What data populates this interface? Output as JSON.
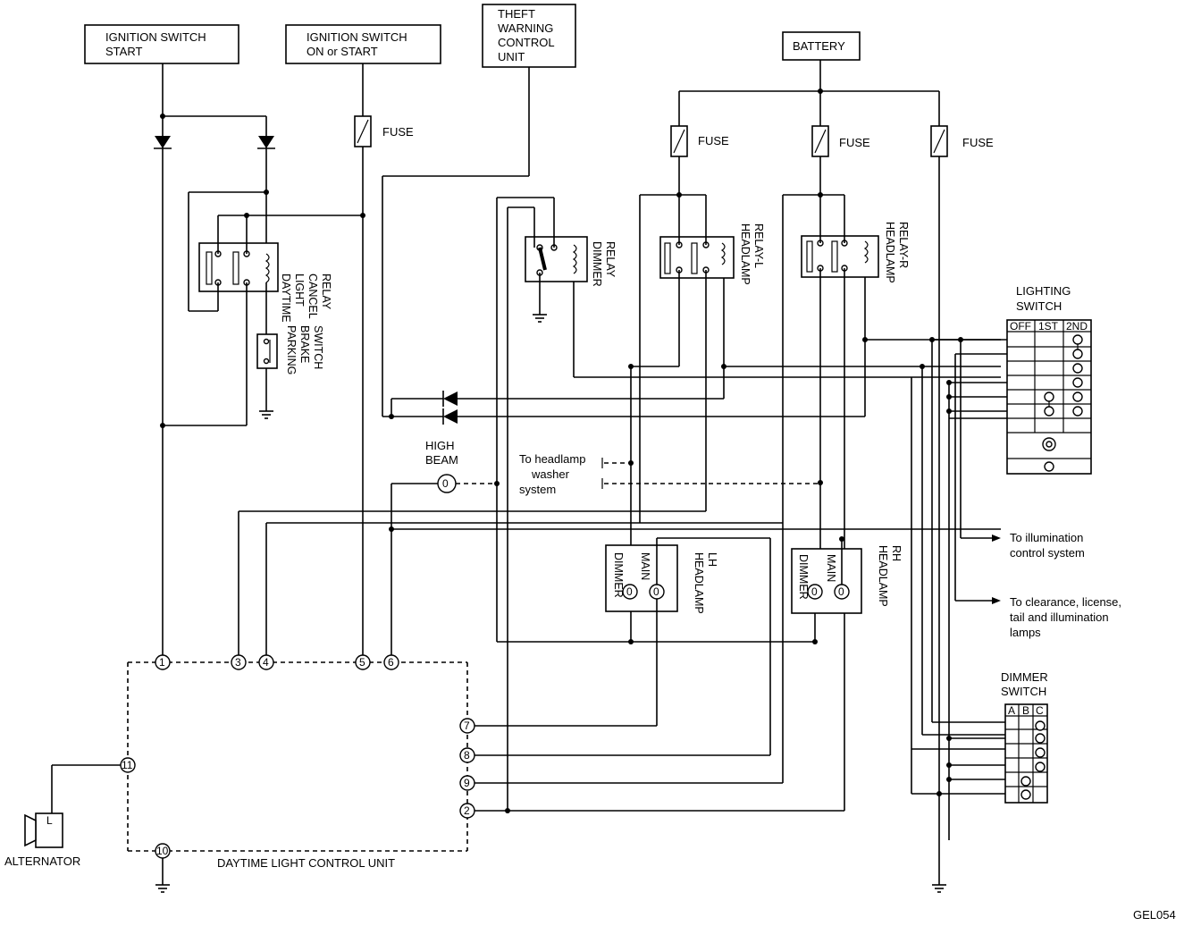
{
  "boxes": {
    "ign_start": [
      "IGNITION SWITCH",
      "START"
    ],
    "ign_on": [
      "IGNITION SWITCH",
      "ON or START"
    ],
    "theft": [
      "THEFT",
      "WARNING",
      "CONTROL",
      "UNIT"
    ],
    "battery": "BATTERY"
  },
  "fuse_label": "FUSE",
  "relays": {
    "cancel": [
      "DAYTIME",
      "LIGHT",
      "CANCEL",
      "RELAY"
    ],
    "dimmer": [
      "DIMMER",
      "RELAY"
    ],
    "headlamp_l": [
      "HEADLAMP",
      "RELAY-L"
    ],
    "headlamp_r": [
      "HEADLAMP",
      "RELAY-R"
    ]
  },
  "parking_brake": [
    "PARKING",
    "BRAKE",
    "SWITCH"
  ],
  "high_beam": [
    "HIGH",
    "BEAM"
  ],
  "washer": [
    "To headlamp",
    "washer",
    "system"
  ],
  "headlamp_lh": {
    "dimmer": "DIMMER",
    "main": "MAIN",
    "name": [
      "HEADLAMP",
      "LH"
    ]
  },
  "headlamp_rh": {
    "dimmer": "DIMMER",
    "main": "MAIN",
    "name": [
      "HEADLAMP",
      "RH"
    ]
  },
  "lighting_switch": {
    "title": [
      "LIGHTING",
      "SWITCH"
    ],
    "cols": [
      "OFF",
      "1ST",
      "2ND"
    ]
  },
  "dimmer_switch": {
    "title": [
      "DIMMER",
      "SWITCH"
    ],
    "cols": [
      "A",
      "B",
      "C"
    ]
  },
  "notes": {
    "illumination": [
      "To illumination",
      "control system"
    ],
    "clearance": [
      "To clearance, license,",
      "tail and illumination",
      "lamps"
    ]
  },
  "control_unit": {
    "name": "DAYTIME LIGHT CONTROL UNIT",
    "terminals": {
      "t1": "1",
      "t3": "3",
      "t4": "4",
      "t5": "5",
      "t6": "6",
      "t7": "7",
      "t8": "8",
      "t9": "9",
      "t2": "2",
      "t11": "11",
      "t10": "10"
    }
  },
  "alternator": {
    "label": "ALTERNATOR",
    "terminal": "L"
  },
  "diagram_code": "GEL054"
}
